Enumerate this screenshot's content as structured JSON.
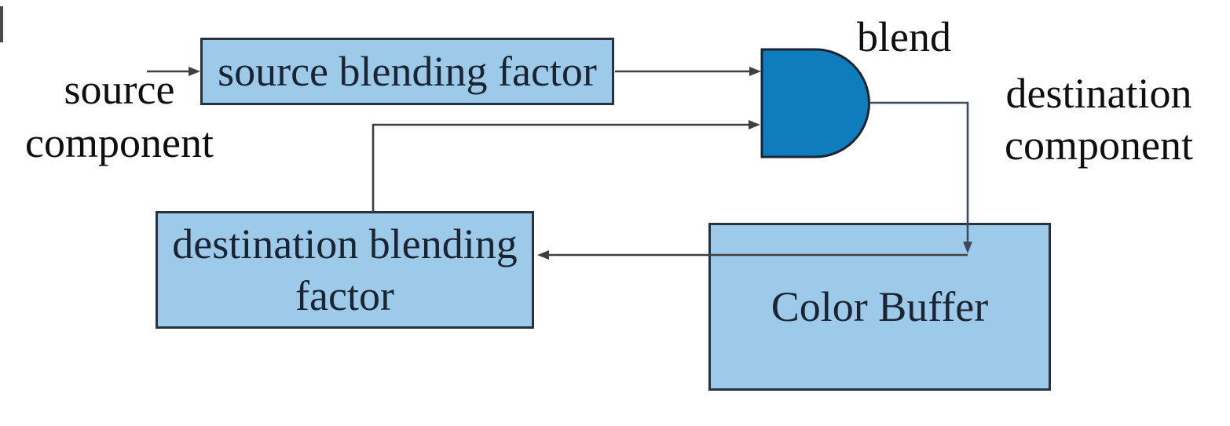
{
  "boxes": {
    "source_blending_factor": {
      "label": "source blending factor"
    },
    "destination_blending_factor": {
      "line1": "destination blending",
      "line2": "factor"
    },
    "color_buffer": {
      "label": "Color Buffer"
    }
  },
  "labels": {
    "source_component": {
      "line1": "source",
      "line2": "component"
    },
    "blend": "blend",
    "destination_component": {
      "line1": "destination",
      "line2": "component"
    }
  },
  "colors": {
    "background": "#ffffff",
    "box_fill": "#9ecae9",
    "box_border": "#273140",
    "gate_fill": "#0f7dbd",
    "gate_border": "#1b2531",
    "wire": "#3f3f3f",
    "wire_dark": "#3d4a5c",
    "text": "#0f0f0f",
    "box_text": "#1a2433"
  }
}
